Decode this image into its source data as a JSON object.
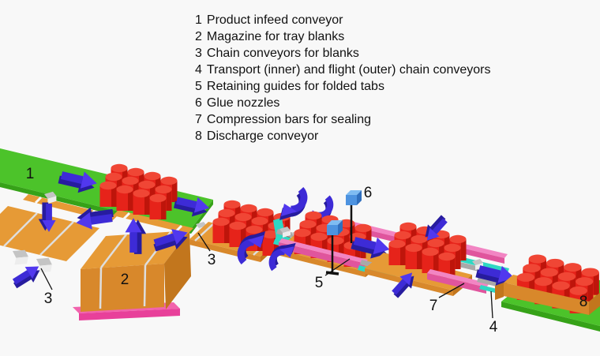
{
  "legend": {
    "items": [
      {
        "num": "1",
        "text": "Product infeed conveyor"
      },
      {
        "num": "2",
        "text": "Magazine for tray blanks"
      },
      {
        "num": "3",
        "text": "Chain conveyors for blanks"
      },
      {
        "num": "4",
        "text": "Transport (inner) and flight (outer) chain conveyors"
      },
      {
        "num": "5",
        "text": "Retaining guides for folded tabs"
      },
      {
        "num": "6",
        "text": "Glue nozzles"
      },
      {
        "num": "7",
        "text": "Compression bars for sealing"
      },
      {
        "num": "8",
        "text": "Discharge conveyor"
      }
    ]
  },
  "diagram": {
    "callouts": [
      "1",
      "2",
      "3",
      "3",
      "5",
      "6",
      "7",
      "4",
      "8"
    ]
  },
  "colors": {
    "bg": "#F8F8F8",
    "legend_text": "#111111",
    "label": "#111111",
    "belt_green": "#4CC32A",
    "belt_green_dark": "#36A218",
    "tray_orange": "#E69A36",
    "tray_orange_front": "#D8882B",
    "tray_orange_side": "#C2761D",
    "crease_gray": "#DEDEDE",
    "pink_top": "#F285C3",
    "pink_front": "#E0559D",
    "magenta_top": "#F263AC",
    "magenta_front": "#E8409A",
    "can_red": "#E6231A",
    "can_red_dark": "#BE150B",
    "can_red_top": "#F04635",
    "arrow_blue": "#3D2BD6",
    "arrow_dark": "#271C9E",
    "arrow_head": "#5138EE",
    "cyan": "#2ED8C3",
    "gray_rail": "#A9A9A9",
    "lug_top": "#C4C4C4",
    "lug_front": "#EDEDED",
    "nozzle_top": "#7FBCF2",
    "nozzle_front": "#4D93E0",
    "nozzle_side": "#2F6FBE"
  }
}
